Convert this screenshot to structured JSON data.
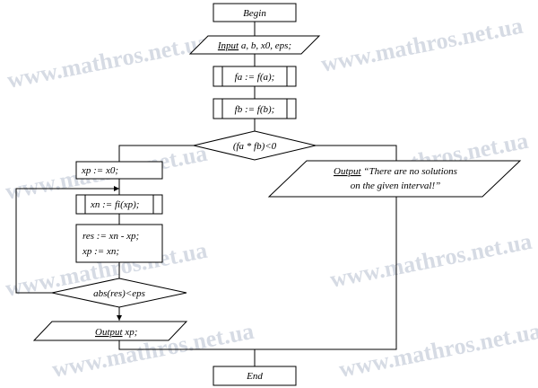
{
  "watermark": {
    "text": "www.mathros.net.ua",
    "color": "#d6dbe4"
  },
  "flowchart": {
    "begin": "Begin",
    "input": {
      "keyword": "Input",
      "rest": " a, b, x0, eps;"
    },
    "fa": "fa := f(a);",
    "fb": "fb := f(b);",
    "condition": "(fa * fb)<0",
    "xp_init": "xp := x0;",
    "xn_calc": "xn := fi(xp);",
    "res_line1": "res := xn - xp;",
    "res_line2": "xp := xn;",
    "loop_condition": "abs(res)<eps",
    "output_xp": {
      "keyword": "Output",
      "rest": " xp;"
    },
    "output_msg": {
      "keyword": "Output",
      "line1_rest": " “There are no solutions",
      "line2": "on the given interval!”"
    },
    "end": "End"
  }
}
